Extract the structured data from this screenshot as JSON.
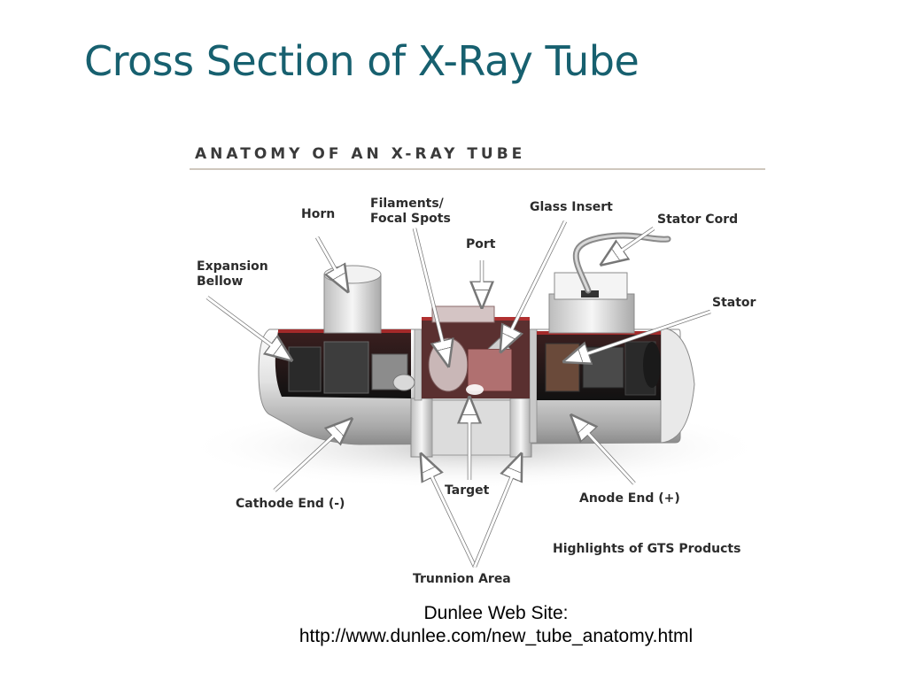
{
  "slide": {
    "title": "Cross Section of X-Ray Tube",
    "caption_line1": "Dunlee Web Site:",
    "caption_line2": "http://www.dunlee.com/new_tube_anatomy.html"
  },
  "figure": {
    "heading": "ANATOMY OF AN X-RAY TUBE",
    "labels": {
      "horn": "Horn",
      "filaments_line1": "Filaments/",
      "filaments_line2": "Focal Spots",
      "port": "Port",
      "glass_insert": "Glass Insert",
      "stator_cord": "Stator Cord",
      "expansion_line1": "Expansion",
      "expansion_line2": "Bellow",
      "stator": "Stator",
      "cathode_end": "Cathode End (-)",
      "target": "Target",
      "anode_end": "Anode End (+)",
      "highlights": "Highlights of GTS Products",
      "trunnion_area": "Trunnion Area"
    }
  }
}
